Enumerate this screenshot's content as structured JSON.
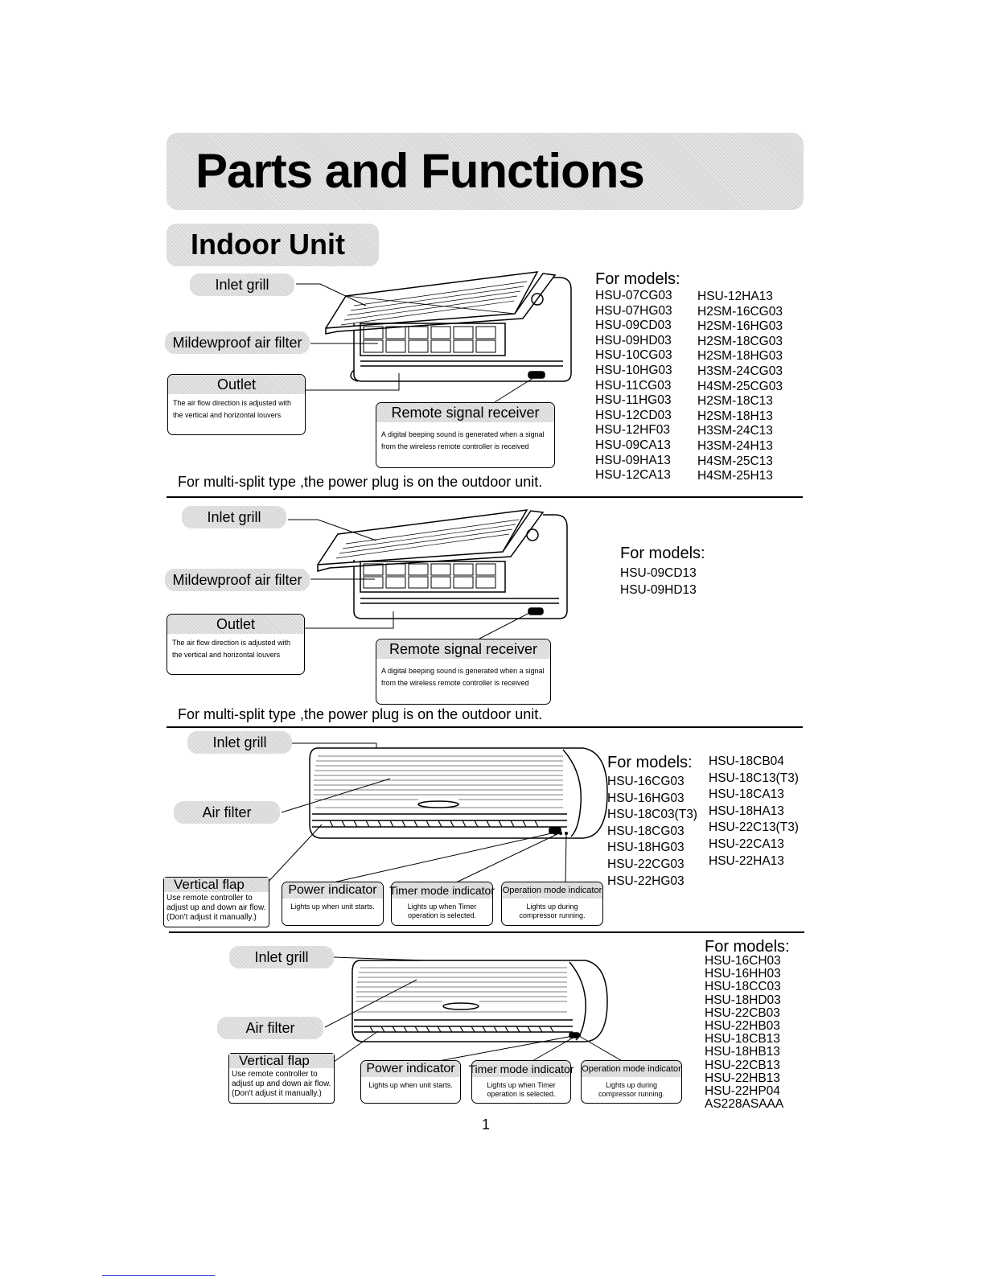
{
  "title": "Parts and Functions",
  "section_title": "Indoor Unit",
  "labels": {
    "inlet_grill": "Inlet grill",
    "mildewproof_filter": "Mildewproof air filter",
    "outlet": "Outlet",
    "outlet_desc_1": "The air flow direction is adjusted with",
    "outlet_desc_2": "the vertical and horizontal louvers",
    "remote_receiver": "Remote signal receiver",
    "remote_desc_1": "A digital beeping sound is generated when a signal",
    "remote_desc_2": "from the wireless remote controller is received",
    "air_filter": "Air filter",
    "vertical_flap": "Vertical flap",
    "flap_desc_1": "Use remote controller to",
    "flap_desc_2": "adjust up and down air flow.",
    "flap_desc_3": "(Don't adjust it manually.)",
    "power_indicator": "Power indicator",
    "power_desc": "Lights up when unit starts.",
    "timer_indicator": "Timer mode indicator",
    "timer_desc_1": "Lights up when Timer",
    "timer_desc_2": "operation is selected.",
    "operation_indicator": "Operation mode indicator",
    "operation_desc_1": "Lights up  during",
    "operation_desc_2": "compressor running."
  },
  "for_models": "For models:",
  "multi_split_note": "For multi-split type ,the power plug is on the outdoor unit.",
  "sections": [
    {
      "models_col1": [
        "HSU-07CG03",
        "HSU-07HG03",
        "HSU-09CD03",
        "HSU-09HD03",
        "HSU-10CG03",
        "HSU-10HG03",
        "HSU-11CG03",
        "HSU-11HG03",
        "HSU-12CD03",
        "HSU-12HF03",
        "HSU-09CA13",
        "HSU-09HA13",
        "HSU-12CA13"
      ],
      "models_col2": [
        "HSU-12HA13",
        "H2SM-16CG03",
        "H2SM-16HG03",
        "H2SM-18CG03",
        "H2SM-18HG03",
        "H3SM-24CG03",
        "H4SM-25CG03",
        "H2SM-18C13",
        "H2SM-18H13",
        "H3SM-24C13",
        "H3SM-24H13",
        "H4SM-25C13",
        "H4SM-25H13"
      ]
    },
    {
      "models_col1": [
        "HSU-09CD13",
        "HSU-09HD13"
      ]
    },
    {
      "models_col1": [
        "HSU-16CG03",
        "HSU-16HG03",
        "HSU-18C03(T3)",
        "HSU-18CG03",
        "HSU-18HG03",
        "HSU-22CG03",
        "HSU-22HG03"
      ],
      "models_col2": [
        "HSU-18CB04",
        "HSU-18C13(T3)",
        "HSU-18CA13",
        "HSU-18HA13",
        "HSU-22C13(T3)",
        "HSU-22CA13",
        "HSU-22HA13"
      ]
    },
    {
      "models_col1": [
        "HSU-16CH03",
        "HSU-16HH03",
        "HSU-18CC03",
        "HSU-18HD03",
        "HSU-22CB03",
        "HSU-22HB03",
        "HSU-18CB13",
        "HSU-18HB13",
        "HSU-22CB13",
        "HSU-22HB13",
        "HSU-22HP04",
        "AS228ASAAA"
      ]
    }
  ],
  "page_number": "1"
}
